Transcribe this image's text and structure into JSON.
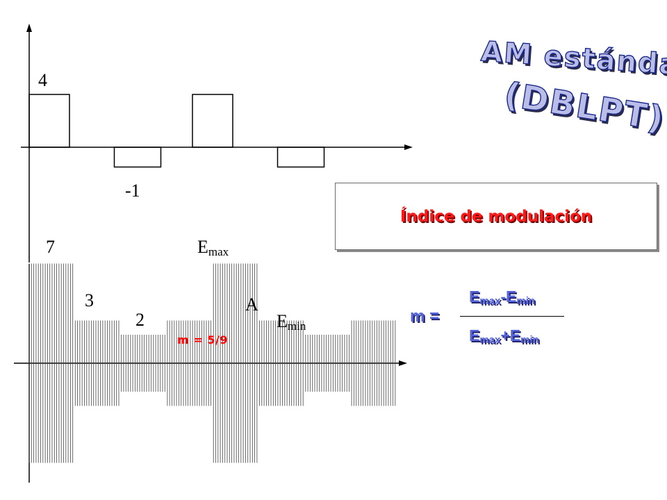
{
  "square_wave": {
    "high_label": "4",
    "low_label": "-1",
    "pulses": [
      {
        "level": 4
      },
      {
        "level": -1
      },
      {
        "level": 4
      },
      {
        "level": -1
      }
    ]
  },
  "modulated_wave": {
    "segments": [
      {
        "amplitude": 7,
        "label": "7"
      },
      {
        "amplitude": 3,
        "label": "3"
      },
      {
        "amplitude": 2,
        "label": "2"
      },
      {
        "amplitude": 3
      },
      {
        "amplitude": 7
      },
      {
        "amplitude": 3
      },
      {
        "amplitude": 2
      },
      {
        "amplitude": 3
      }
    ],
    "emax_label_main": "E",
    "emax_label_sub": "max",
    "emin_label_main": "E",
    "emin_label_sub": "min",
    "a_label": "A",
    "m_value": "m = 5/9"
  },
  "title": {
    "line1": "AM estándar",
    "line2": "(DBLPT)"
  },
  "box": {
    "text": "Índice de modulación"
  },
  "formula": {
    "m_label": "m =",
    "num_e1": "E",
    "num_sub1": "max",
    "num_op": "-E",
    "num_sub2": "min",
    "den_e1": "E",
    "den_sub1": "max",
    "den_op": "+E",
    "den_sub2": "min"
  },
  "colors": {
    "accent_red": "#ff1a1a",
    "title_fill": "#b9bde8",
    "title_stroke": "#1b2a8a",
    "formula_blue": "#5566dd"
  }
}
